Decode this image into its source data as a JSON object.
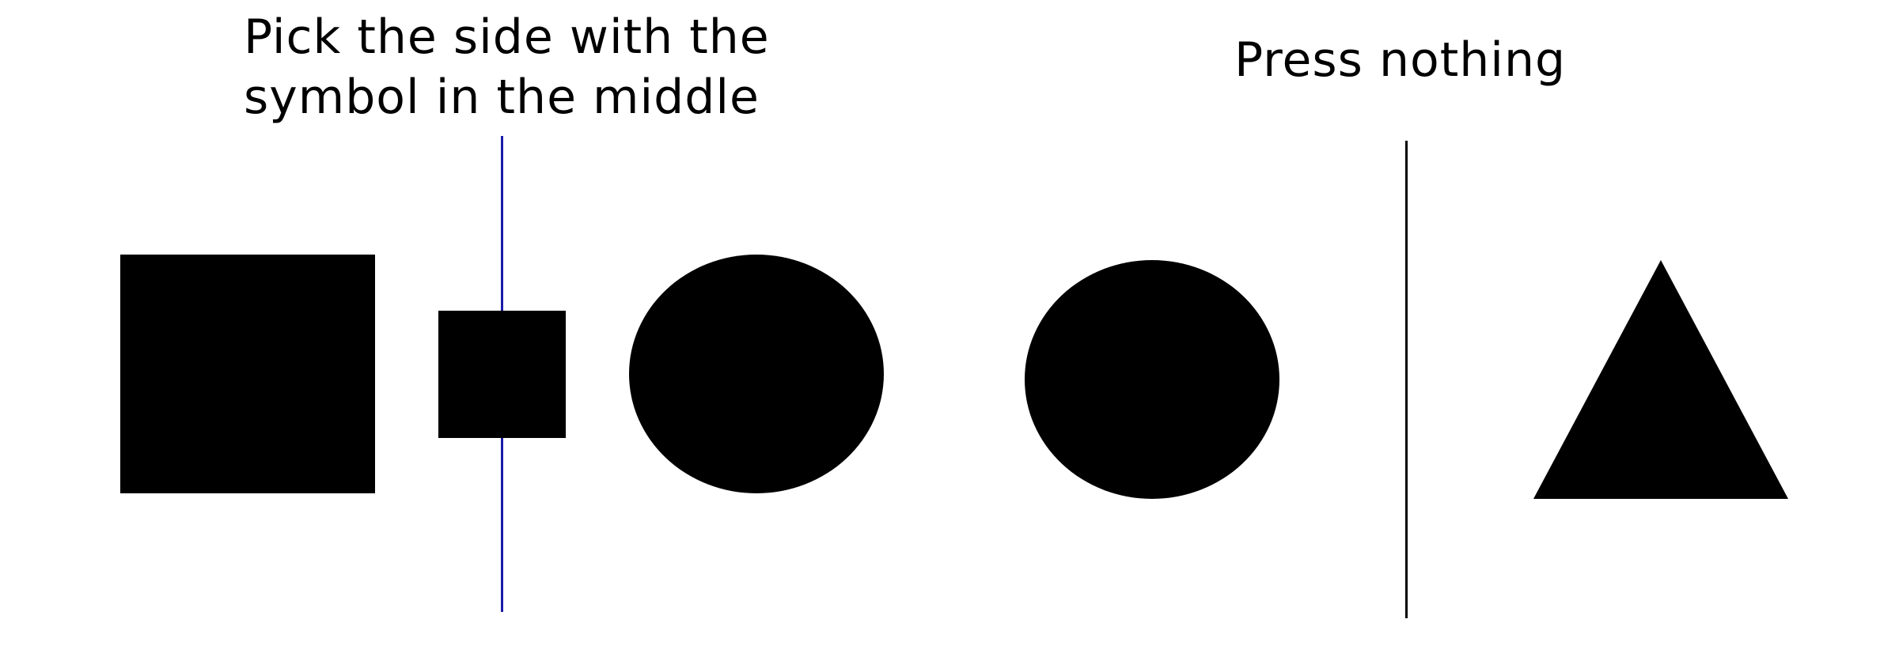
{
  "left_panel": {
    "instruction": "Pick the side with the\nsymbol in the middle",
    "divider_color": "#1a1aaa",
    "shapes": [
      "square",
      "square-small",
      "circle"
    ]
  },
  "right_panel": {
    "instruction": "Press nothing",
    "divider_color": "#000000",
    "shapes": [
      "circle",
      "triangle"
    ]
  }
}
